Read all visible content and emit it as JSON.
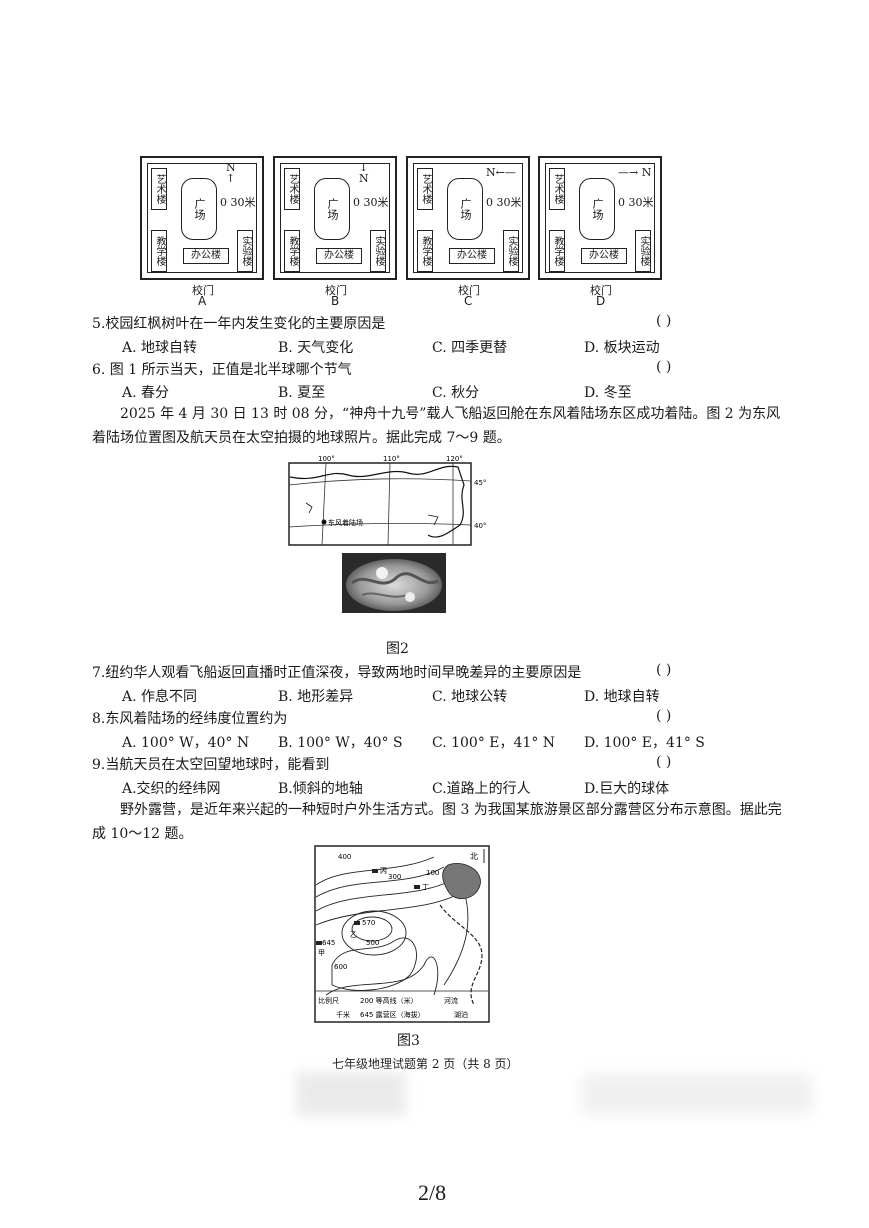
{
  "maps": [
    {
      "label": "A",
      "north": "N",
      "arrow": "↑",
      "north_pos": "up"
    },
    {
      "label": "B",
      "north": "N",
      "arrow": "↓",
      "north_pos": "down"
    },
    {
      "label": "C",
      "north": "N",
      "arrow": "←",
      "north_pos": "left"
    },
    {
      "label": "D",
      "north": "N",
      "arrow": "→",
      "north_pos": "right"
    }
  ],
  "map_text": {
    "art": "艺术楼",
    "teach": "教学楼",
    "lab": "实验楼",
    "plaza": "广场",
    "office": "办公楼",
    "gate": "校门",
    "scale": "0   30米"
  },
  "q5": {
    "stem": "5.校园红枫树叶在一年内发生变化的主要原因是",
    "paren": "(      )",
    "a": "A. 地球自转",
    "b": "B. 天气变化",
    "c": "C. 四季更替",
    "d": "D. 板块运动"
  },
  "q6": {
    "stem": "6. 图 1 所示当天，正值是北半球哪个节气",
    "paren": "(      )",
    "a": "A. 春分",
    "b": "B. 夏至",
    "c": "C. 秋分",
    "d": "D. 冬至"
  },
  "para1": "2025 年 4 月 30 日 13 时 08 分，“神舟十九号”载人飞船返回舱在东风着陆场东区成功着陆。图 2 为东风着陆场位置图及航天员在太空拍摄的地球照片。据此完成 7～9 题。",
  "fig2": {
    "lon1": "100°",
    "lon2": "110°",
    "lon3": "120°",
    "lat1": "45°",
    "lat2": "40°",
    "site": "东风着陆场",
    "caption": "图2"
  },
  "q7": {
    "stem": "7.纽约华人观看飞船返回直播时正值深夜，导致两地时间早晚差异的主要原因是",
    "paren": "(      )",
    "a": "A. 作息不同",
    "b": "B. 地形差异",
    "c": "C. 地球公转",
    "d": "D. 地球自转"
  },
  "q8": {
    "stem": "8.东风着陆场的经纬度位置约为",
    "paren": "(      )",
    "a": "A. 100° W，40° N",
    "b": "B. 100° W，40° S",
    "c": "C. 100° E，41° N",
    "d": "D. 100° E，41° S"
  },
  "q9": {
    "stem": "9.当航天员在太空回望地球时，能看到",
    "paren": "(      )",
    "a": "A.交织的经纬网",
    "b": "B.倾斜的地轴",
    "c": "C.道路上的行人",
    "d": "D.巨大的球体"
  },
  "para2": "野外露营，是近年来兴起的一种短时户外生活方式。图 3 为我国某旅游景区部分露营区分布示意图。据此完成 10～12 题。",
  "fig3": {
    "north": "北",
    "c400": "400",
    "c300": "300",
    "c100": "100",
    "c570": "570",
    "c500": "500",
    "c645": "645",
    "c600": "600",
    "jia": "甲",
    "yi": "乙",
    "bing": "丙",
    "ding": "丁",
    "legend_scale": "比例尺",
    "legend_km": "千米",
    "legend_contour": "200 等高线（米）",
    "legend_camp": "645 露营区（海拔）",
    "legend_lake": "湖泊",
    "legend_river": "河流",
    "caption": "图3"
  },
  "footer": "七年级地理试题第 2 页（共 8 页）",
  "page_number": "2/8"
}
